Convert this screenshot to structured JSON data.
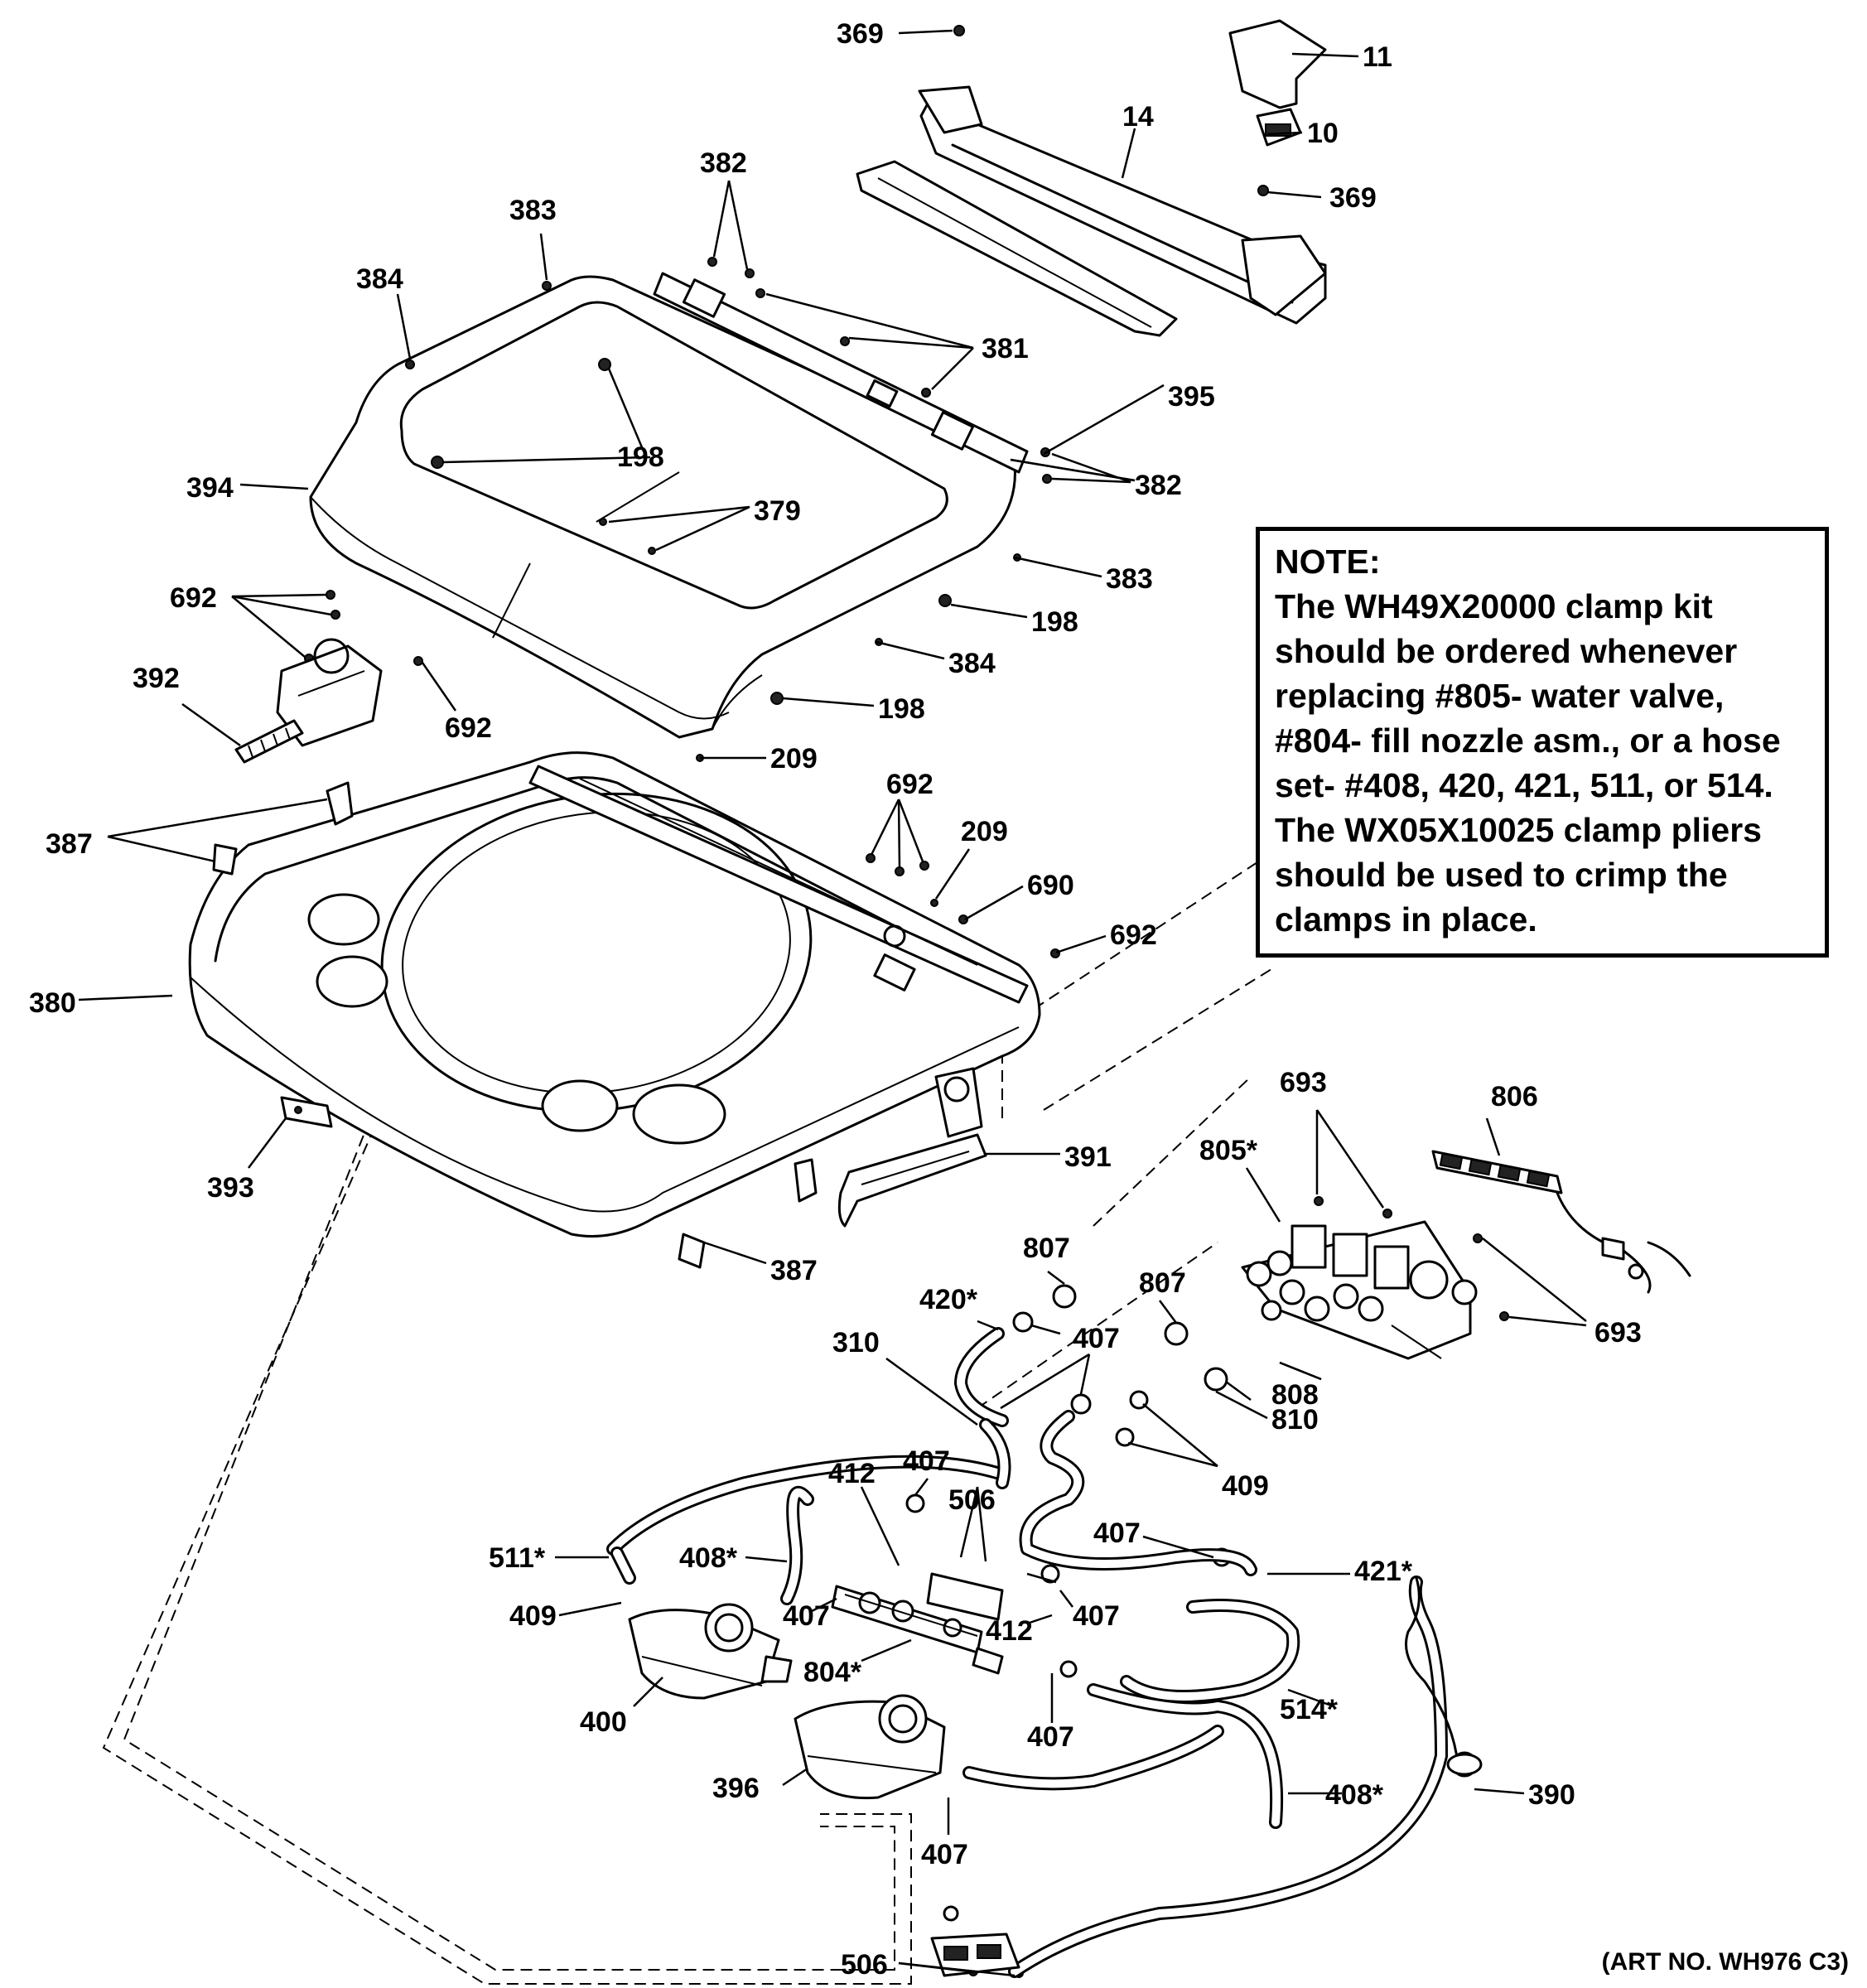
{
  "note": {
    "title": "NOTE:",
    "text": "The WH49X20000 clamp kit should be ordered whenever replacing #805- water valve, #804- fill nozzle asm., or a hose set- #408, 420, 421, 511, or 514. The WX05X10025 clamp pliers should be used to crimp the clamps in place."
  },
  "art_number": "(ART NO. WH976 C3)",
  "callouts": {
    "c369a": "369",
    "c11": "11",
    "c14": "14",
    "c10": "10",
    "c369b": "369",
    "c382a": "382",
    "c383a": "383",
    "c384a": "384",
    "c381": "381",
    "c395": "395",
    "c198a": "198",
    "c394": "394",
    "c382b": "382",
    "c379": "379",
    "c383b": "383",
    "c198b": "198",
    "c692a": "692",
    "c384b": "384",
    "c392": "392",
    "c198c": "198",
    "c692b": "692",
    "c209a": "209",
    "c387a": "387",
    "c692c": "692",
    "c209b": "209",
    "c690": "690",
    "c692d": "692",
    "c380": "380",
    "c693a": "693",
    "c806": "806",
    "c805": "805*",
    "c391": "391",
    "c393": "393",
    "c807a": "807",
    "c387b": "387",
    "c420": "420*",
    "c807b": "807",
    "c693b": "693",
    "c407a": "407",
    "c310": "310",
    "c808": "808",
    "c810": "810",
    "c409a": "409",
    "c407b": "407",
    "c412a": "412",
    "c506a": "506",
    "c407c": "407",
    "c511": "511*",
    "c408a": "408*",
    "c421": "421*",
    "c409b": "409",
    "c407d": "407",
    "c412b": "412",
    "c407e": "407",
    "c804": "804*",
    "c400": "400",
    "c407f": "407",
    "c514": "514*",
    "c396": "396",
    "c408b": "408*",
    "c390": "390",
    "c407g": "407",
    "c506b": "506"
  }
}
